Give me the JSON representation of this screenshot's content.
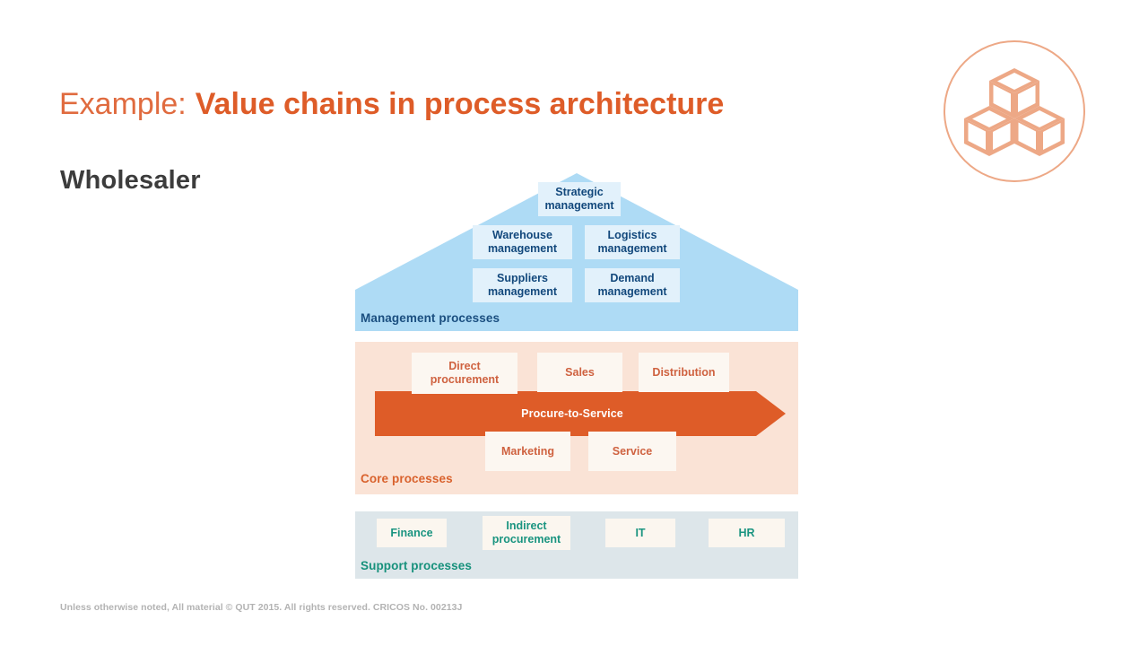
{
  "slide": {
    "title_prefix": "Example:",
    "title_main": "Value chains in process architecture",
    "subtitle": "Wholesaler",
    "footer": "Unless otherwise noted, All material © QUT 2015. All rights reserved. CRICOS No. 00213J"
  },
  "logo": {
    "icon": "three-cubes-icon",
    "ring_color": "#eda886",
    "fill_color": "#eda886"
  },
  "colors": {
    "title_prefix": "#e06b3f",
    "title_main": "#de5c28",
    "subtitle": "#3c3c3c",
    "management_band": "#aedbf5",
    "management_box": "#e2f1fb",
    "management_text": "#12487c",
    "core_band": "#fae3d6",
    "core_arrow": "#de5c28",
    "core_box": "#fcf7f1",
    "core_text": "#cf6240",
    "support_band": "#dde6ea",
    "support_box": "#fbf6ef",
    "support_text": "#1a9480",
    "footer_text": "#b3b3b3"
  },
  "diagram": {
    "management": {
      "label": "Management  processes",
      "shape": "roof-triangle",
      "boxes": [
        {
          "id": "strategic",
          "label": "Strategic\nmanagement",
          "line1": "Strategic",
          "line2": "management"
        },
        {
          "id": "warehouse",
          "label": "Warehouse\nmanagement",
          "line1": "Warehouse",
          "line2": "management"
        },
        {
          "id": "logistics",
          "label": "Logistics\nmanagement",
          "line1": "Logistics",
          "line2": "management"
        },
        {
          "id": "suppliers",
          "label": "Suppliers\nmanagement",
          "line1": "Suppliers",
          "line2": "management"
        },
        {
          "id": "demand",
          "label": "Demand\nmanagement",
          "line1": "Demand",
          "line2": "management"
        }
      ]
    },
    "core": {
      "label": "Core processes",
      "arrow_label": "Procure-to-Service",
      "boxes_top": [
        {
          "id": "direct-procurement",
          "line1": "Direct",
          "line2": "procurement"
        },
        {
          "id": "sales",
          "line1": "Sales",
          "line2": ""
        },
        {
          "id": "distribution",
          "line1": "Distribution",
          "line2": ""
        }
      ],
      "boxes_bottom": [
        {
          "id": "marketing",
          "line1": "Marketing",
          "line2": ""
        },
        {
          "id": "service",
          "line1": "Service",
          "line2": ""
        }
      ]
    },
    "support": {
      "label": "Support processes",
      "boxes": [
        {
          "id": "finance",
          "line1": "Finance",
          "line2": ""
        },
        {
          "id": "indirect-procurement",
          "line1": "Indirect",
          "line2": "procurement"
        },
        {
          "id": "it",
          "line1": "IT",
          "line2": ""
        },
        {
          "id": "hr",
          "line1": "HR",
          "line2": ""
        }
      ]
    }
  }
}
